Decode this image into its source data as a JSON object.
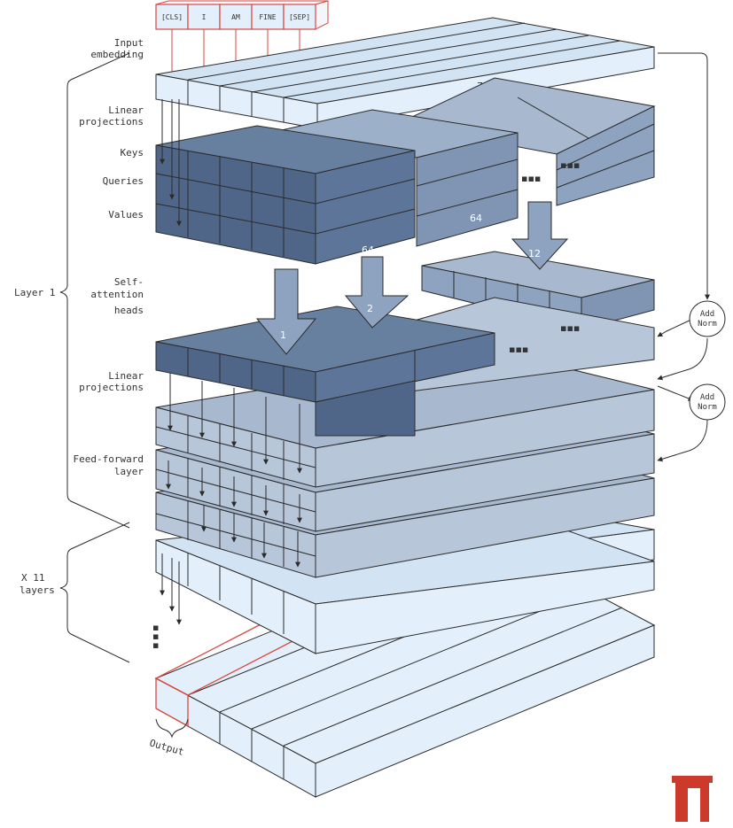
{
  "tokens": [
    "[CLS]",
    "I",
    "AM",
    "FINE",
    "[SEP]"
  ],
  "labels": {
    "input_embedding": [
      "Input",
      "embedding"
    ],
    "linear_projections_1": [
      "Linear",
      "projections"
    ],
    "keys": "Keys",
    "queries": "Queries",
    "values": "Values",
    "self_attention_heads": [
      "Self-",
      "attention",
      "heads"
    ],
    "linear_projections_2": [
      "Linear",
      "projections"
    ],
    "feed_forward_layer": [
      "Feed-forward",
      "layer"
    ],
    "layer_1": "Layer 1",
    "x11_layers": [
      "X 11",
      "layers"
    ],
    "output": "Output"
  },
  "dims": {
    "embedding": "768",
    "head_front": "64",
    "head_back": "64",
    "head_count": "12"
  },
  "heads": {
    "first": "1",
    "second": "2"
  },
  "add_norm": [
    "Add",
    "Norm"
  ],
  "colors": {
    "light_face": "#e3f0fb",
    "light_top": "#d2e3f3",
    "mid_front": "#8ea3bf",
    "mid_top": "#a7b8cf",
    "medium": "#b7c6d9",
    "dark_front": "#4f6688",
    "dark_top": "#67809f",
    "outline": "#2b2b2b",
    "token_red": "#d9473f",
    "logo_red": "#cc3a2b"
  }
}
